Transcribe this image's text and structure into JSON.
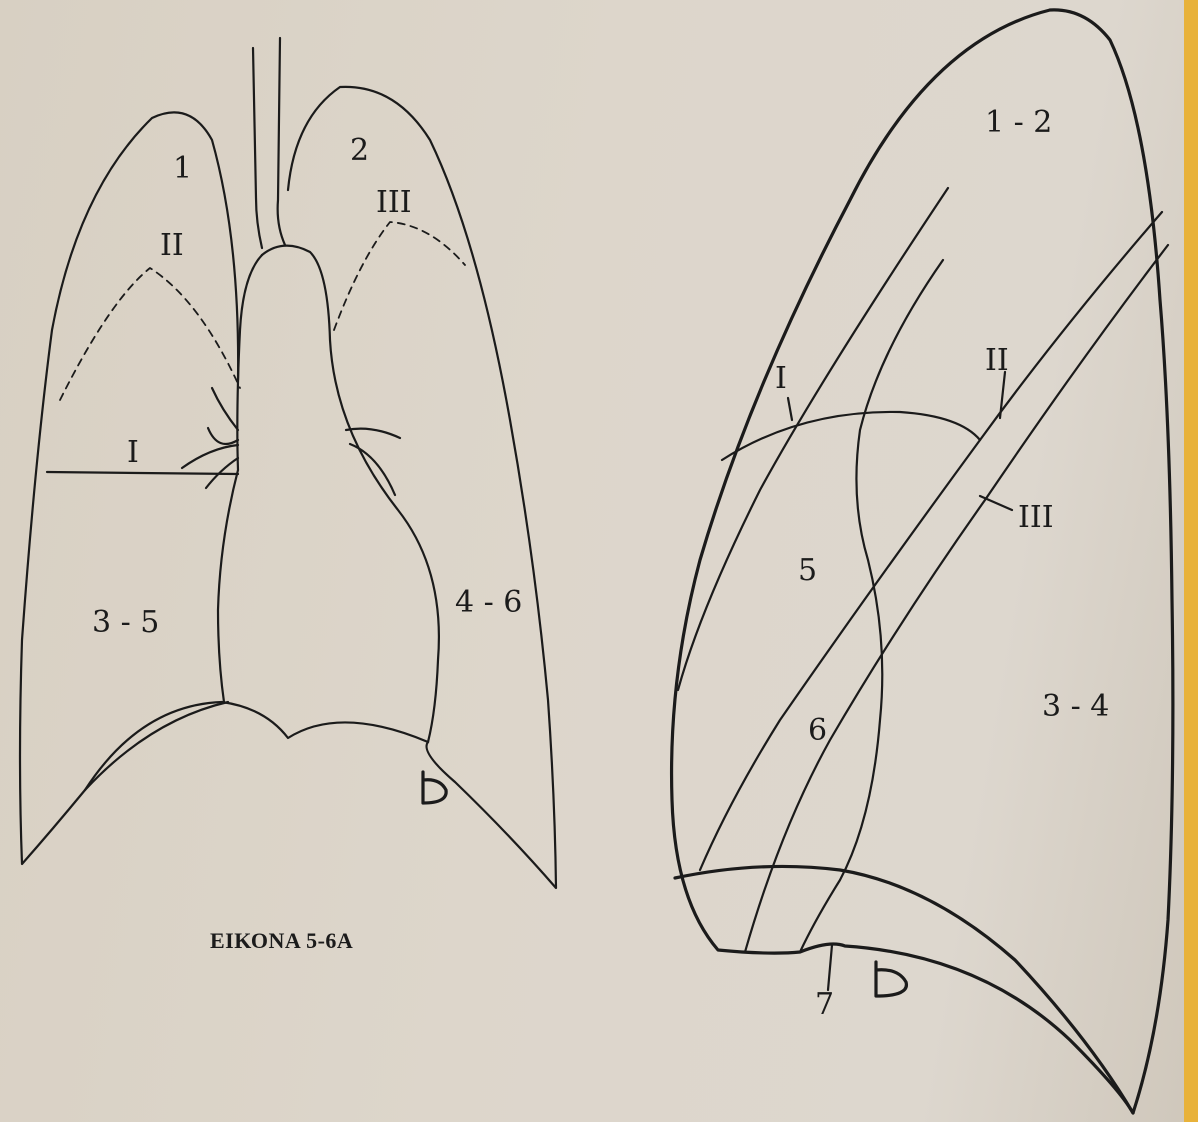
{
  "figure_caption": "ΕΙΚΟΝΑ 5-6Α",
  "left_diagram": {
    "labels": [
      "1",
      "2",
      "II",
      "III",
      "I",
      "3 - 5",
      "4 - 6"
    ]
  },
  "right_diagram": {
    "labels": [
      "1 - 2",
      "I",
      "II",
      "III",
      "5",
      "6",
      "3 - 4",
      "7"
    ]
  },
  "colors": {
    "paper": "#dbd4c9",
    "ink": "#1b1b1b",
    "edge": "#e8b23a"
  }
}
